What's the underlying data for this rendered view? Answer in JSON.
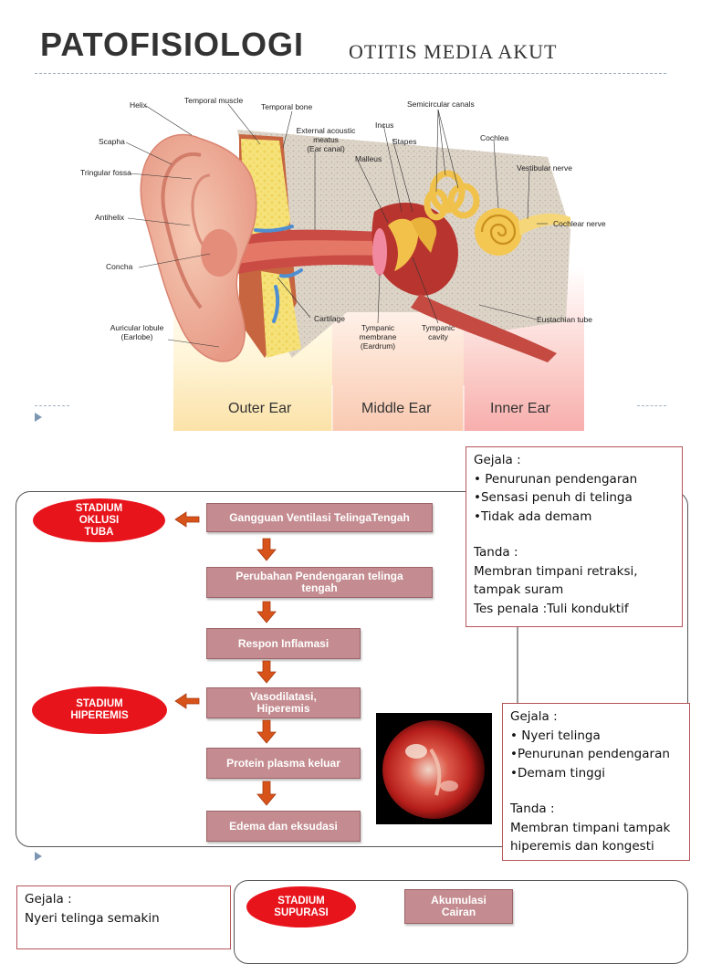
{
  "title": {
    "main": "PATOFISIOLOGI",
    "sub": "OTITIS MEDIA AKUT"
  },
  "ear_diagram": {
    "labels": {
      "helix": "Helix",
      "temporal_muscle": "Temporal muscle",
      "temporal_bone": "Temporal bone",
      "external_meatus_1": "External acoustic",
      "external_meatus_2": "meatus",
      "external_meatus_3": "(Ear canal)",
      "incus": "Incus",
      "semicircular": "Semicircular canals",
      "scapha": "Scapha",
      "stapes": "Stapes",
      "cochlea": "Cochlea",
      "malleus": "Malleus",
      "triangular_fossa": "Tringular fossa",
      "vestibular_nerve": "Vestibular nerve",
      "antihelix": "Antihelix",
      "cochlear_nerve": "Cochlear nerve",
      "concha": "Concha",
      "cartilage": "Cartilage",
      "tympanic_membrane_1": "Tympanic",
      "tympanic_membrane_2": "membrane",
      "tympanic_membrane_3": "(Eardrum)",
      "tympanic_cavity_1": "Tympanic",
      "tympanic_cavity_2": "cavity",
      "eustachian": "Eustachian tube",
      "lobule_1": "Auricular lobule",
      "lobule_2": "(Earlobe)"
    },
    "zones": {
      "outer": "Outer Ear",
      "middle": "Middle Ear",
      "inner": "Inner Ear"
    }
  },
  "flow1": {
    "stage_oklusi": [
      "STADIUM",
      "OKLUSI",
      "TUBA"
    ],
    "stage_hiperemis": [
      "STADIUM",
      "HIPEREMIS"
    ],
    "steps": [
      [
        "Gangguan Ventilasi TelingaTengah"
      ],
      [
        "Perubahan Pendengaran telinga",
        "tengah"
      ],
      [
        "Respon Inflamasi"
      ],
      [
        "Vasodilatasi,",
        "Hiperemis"
      ],
      [
        "Protein plasma keluar"
      ],
      [
        "Edema dan eksudasi"
      ]
    ]
  },
  "note_oklusi": {
    "gejala_title": "Gejala :",
    "gejala": [
      "• Penurunan pendengaran",
      "•Sensasi penuh di telinga",
      "•Tidak ada demam"
    ],
    "tanda_title": "Tanda :",
    "tanda": [
      "Membran timpani retraksi,",
      "tampak suram",
      "Tes penala :Tuli konduktif"
    ]
  },
  "note_hiperemis": {
    "gejala_title": "Gejala :",
    "gejala": [
      "• Nyeri telinga",
      "•Penurunan pendengaran",
      "•Demam tinggi"
    ],
    "tanda_title": "Tanda :",
    "tanda": [
      "Membran timpani tampak",
      "hiperemis dan kongesti"
    ]
  },
  "flow2": {
    "stage_supurasi": [
      "STADIUM",
      "SUPURASI"
    ],
    "step": [
      "Akumulasi",
      "Cairan"
    ]
  },
  "note_supurasi": {
    "gejala_title": "Gejala :",
    "lines": [
      "Nyeri telinga semakin"
    ]
  },
  "colors": {
    "stage_red": "#e8141c",
    "box_fill": "#c48c90",
    "arrow": "#d7531a",
    "note_border": "#b5545a"
  }
}
